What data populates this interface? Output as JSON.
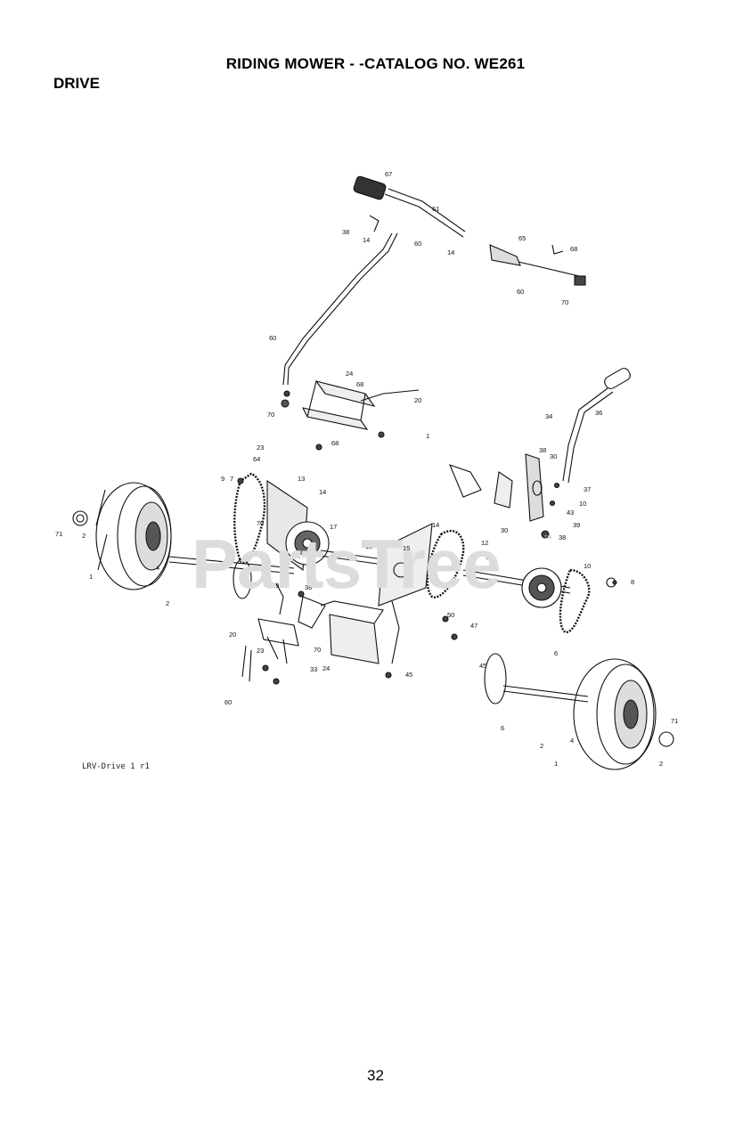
{
  "header": {
    "title": "RIDING MOWER - -CATALOG NO.   WE261",
    "section": "DRIVE"
  },
  "watermark": {
    "text": "PartsTree",
    "tm": "™"
  },
  "figure": {
    "reference": "LRV-Drive 1 r1",
    "callouts": [
      "67",
      "61",
      "38",
      "14",
      "60",
      "14",
      "65",
      "68",
      "60",
      "70",
      "60",
      "70",
      "24",
      "68",
      "20",
      "1",
      "34",
      "36",
      "23",
      "68",
      "64",
      "7",
      "9",
      "13",
      "14",
      "38",
      "30",
      "37",
      "10",
      "70",
      "30",
      "39",
      "38",
      "43",
      "14",
      "15",
      "17",
      "18",
      "11",
      "12",
      "10",
      "8",
      "6",
      "2",
      "1",
      "2",
      "4",
      "71",
      "19",
      "38",
      "20",
      "23",
      "60",
      "70",
      "24",
      "33",
      "50",
      "45",
      "47",
      "6",
      "45",
      "2",
      "4",
      "1",
      "2",
      "71"
    ]
  },
  "footer": {
    "page_number": "32"
  }
}
